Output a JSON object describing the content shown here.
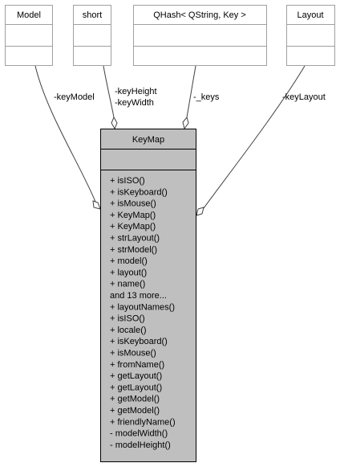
{
  "diagram": {
    "dependencies": [
      {
        "class_name": "Model",
        "edge_label": [
          "-keyModel"
        ]
      },
      {
        "class_name": "short",
        "edge_label": [
          "-keyHeight",
          "-keyWidth"
        ]
      },
      {
        "class_name": "QHash< QString, Key >",
        "edge_label": [
          "-_keys"
        ]
      },
      {
        "class_name": "Layout",
        "edge_label": [
          "-keyLayout"
        ]
      }
    ],
    "main_class": {
      "name": "KeyMap",
      "members": [
        "+ isISO()",
        "+ isKeyboard()",
        "+ isMouse()",
        "+ KeyMap()",
        "+ KeyMap()",
        "+ strLayout()",
        "+ strModel()",
        "+ model()",
        "+ layout()",
        "+ name()",
        "and 13 more...",
        "+ layoutNames()",
        "+ isISO()",
        "+ locale()",
        "+ isKeyboard()",
        "+ isMouse()",
        "+ fromName()",
        "+ getLayout()",
        "+ getLayout()",
        "+ getModel()",
        "+ getModel()",
        "+ friendlyName()",
        "- modelWidth()",
        "- modelHeight()"
      ],
      "fill_color": "#bfbfbf"
    },
    "colors": {
      "box_border": "#a0a0a0",
      "main_border": "#000000",
      "edge": "#404040"
    }
  }
}
